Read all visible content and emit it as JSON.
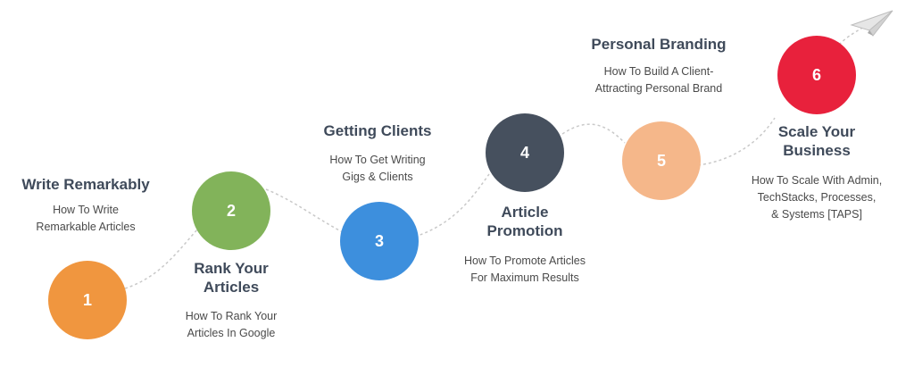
{
  "colors": {
    "step1": "#f0963f",
    "step2": "#82b35a",
    "step3": "#3d8fdd",
    "step4": "#46505e",
    "step5": "#f5b78a",
    "step6": "#e8213c",
    "title_text": "#3f4a5a",
    "desc_text": "#4a4a4a",
    "connector": "#c9c9c9"
  },
  "icons": {
    "end": "paper-plane-icon"
  },
  "steps": [
    {
      "number": "1",
      "title": [
        "Write Remarkably"
      ],
      "description": [
        "How To Write",
        "Remarkable Articles"
      ]
    },
    {
      "number": "2",
      "title": [
        "Rank Your",
        "Articles"
      ],
      "description": [
        "How To Rank Your",
        "Articles In Google"
      ]
    },
    {
      "number": "3",
      "title": [
        "Getting Clients"
      ],
      "description": [
        "How To Get Writing",
        "Gigs & Clients"
      ]
    },
    {
      "number": "4",
      "title": [
        "Article",
        "Promotion"
      ],
      "description": [
        "How To Promote Articles",
        "For Maximum Results"
      ]
    },
    {
      "number": "5",
      "title": [
        "Personal Branding"
      ],
      "description": [
        "How To Build A Client-",
        "Attracting Personal Brand"
      ]
    },
    {
      "number": "6",
      "title": [
        "Scale Your",
        "Business"
      ],
      "description": [
        "How To Scale With Admin,",
        "TechStacks, Processes,",
        "& Systems [TAPS]"
      ]
    }
  ]
}
